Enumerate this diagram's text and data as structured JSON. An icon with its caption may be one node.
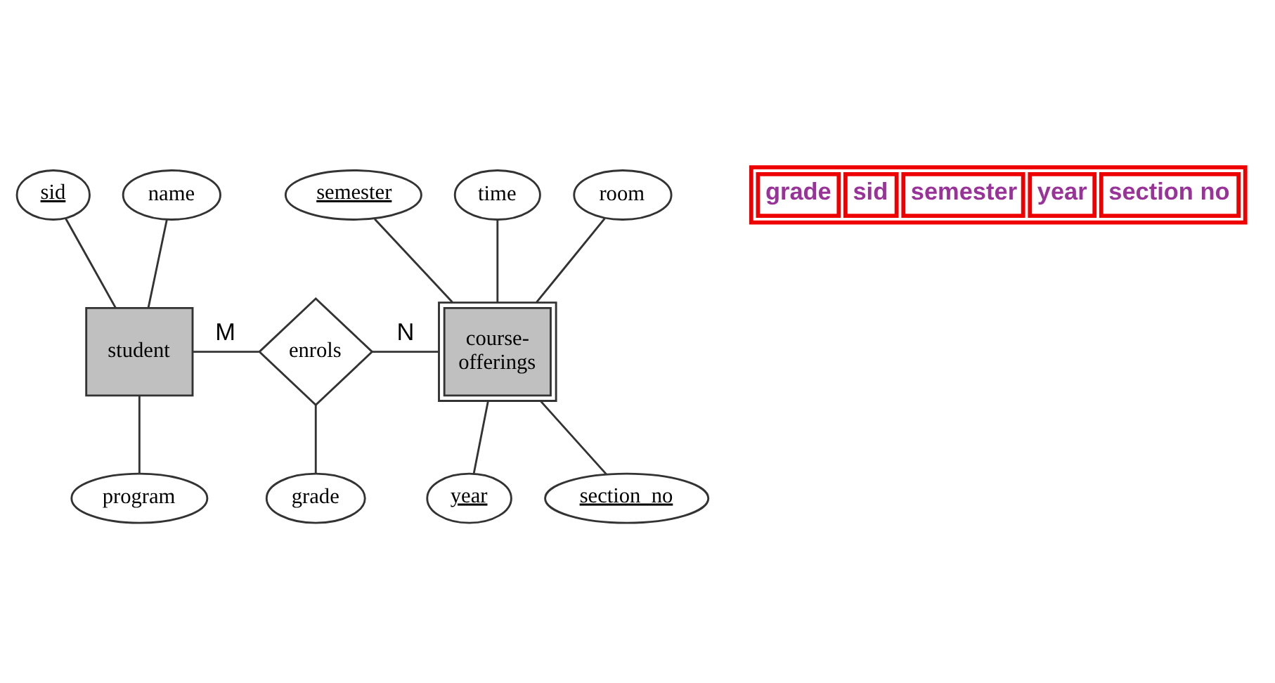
{
  "diagram": {
    "nodes": [
      {
        "text": [
          "sid"
        ]
      },
      {
        "text": [
          "name"
        ]
      },
      {
        "text": [
          "student"
        ]
      },
      {
        "text": [
          "program"
        ]
      },
      {
        "text": [
          "enrols"
        ]
      },
      {
        "text": [
          "grade"
        ]
      },
      {
        "text": [
          "semester"
        ]
      },
      {
        "text": [
          "time"
        ]
      },
      {
        "text": [
          "room"
        ]
      },
      {
        "text": [
          "course- offerings"
        ]
      },
      {
        "text": [
          "year"
        ]
      },
      {
        "text": [
          "section_no"
        ]
      }
    ],
    "edges": [
      {
        "from": 0,
        "to": 2,
        "arrow": "none"
      },
      {
        "from": 1,
        "to": 2,
        "arrow": "none"
      },
      {
        "from": 2,
        "to": 3,
        "arrow": "none"
      },
      {
        "from": 2,
        "to": 4,
        "arrow": "none",
        "label": "M"
      },
      {
        "from": 4,
        "to": 9,
        "arrow": "none",
        "label": "N"
      },
      {
        "from": 4,
        "to": 5,
        "arrow": "none"
      },
      {
        "from": 6,
        "to": 9,
        "arrow": "none"
      },
      {
        "from": 7,
        "to": 9,
        "arrow": "none"
      },
      {
        "from": 8,
        "to": 9,
        "arrow": "none"
      },
      {
        "from": 9,
        "to": 10,
        "arrow": "none"
      },
      {
        "from": 9,
        "to": 11,
        "arrow": "none"
      }
    ],
    "labels": [
      "grade",
      "sid",
      "semester",
      "year",
      "section no"
    ]
  }
}
